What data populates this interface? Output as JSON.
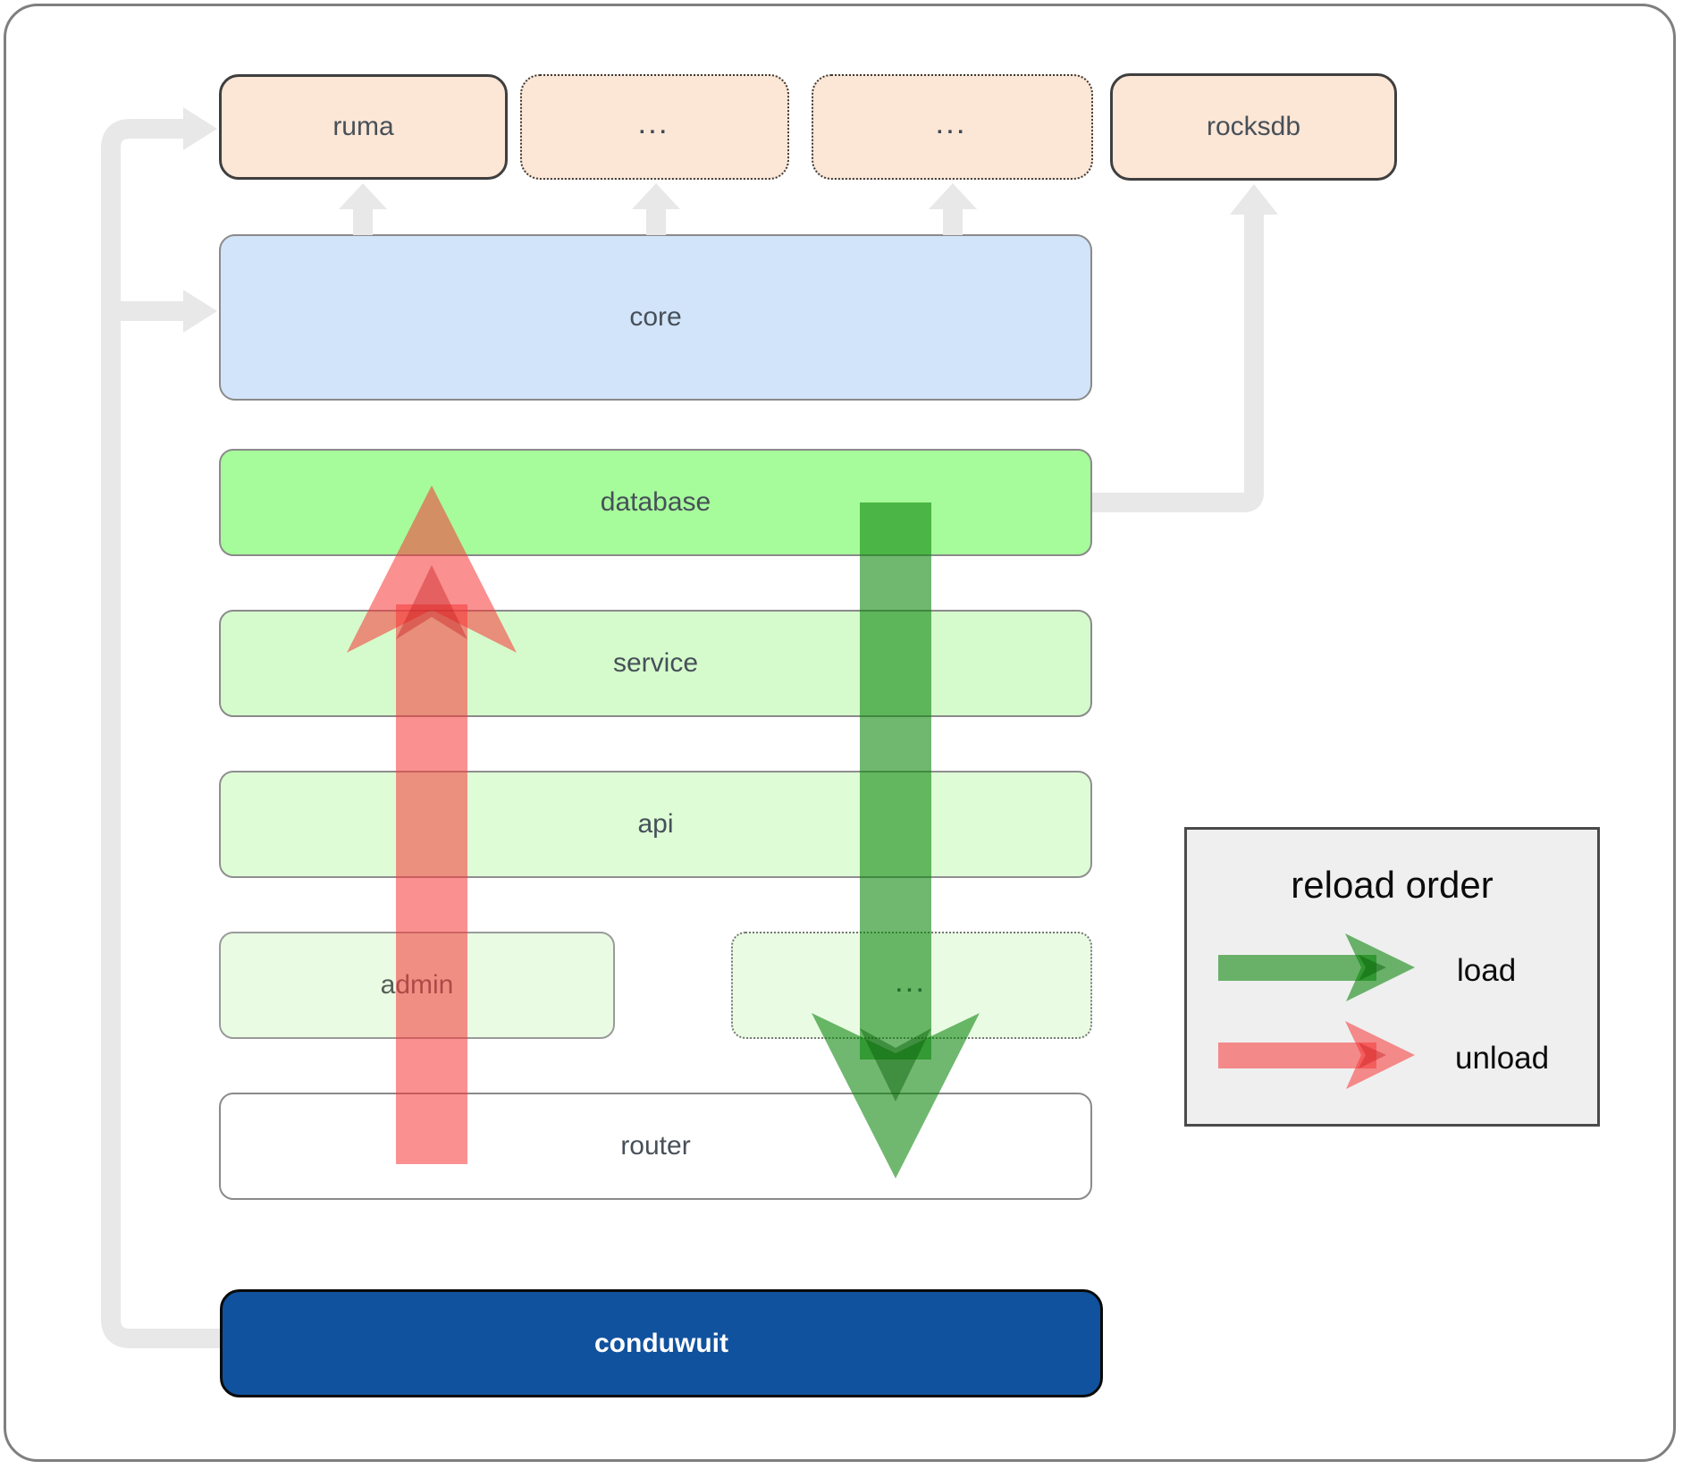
{
  "diagram": {
    "top_row": {
      "ruma": {
        "label": "ruma"
      },
      "ellipsis_1": {
        "label": "..."
      },
      "ellipsis_2": {
        "label": "..."
      },
      "rocksdb": {
        "label": "rocksdb"
      }
    },
    "layers": {
      "core": {
        "label": "core"
      },
      "database": {
        "label": "database"
      },
      "service": {
        "label": "service"
      },
      "api": {
        "label": "api"
      },
      "admin": {
        "label": "admin"
      },
      "admin_ellipsis": {
        "label": "..."
      },
      "router": {
        "label": "router"
      },
      "conduwuit": {
        "label": "conduwuit"
      }
    },
    "legend": {
      "title": "reload order",
      "entries": [
        {
          "label": "load",
          "color": "#3c9a3c"
        },
        {
          "label": "unload",
          "color": "#f25c5c"
        }
      ]
    },
    "colors": {
      "dependency_box_fill": "#fce6d5",
      "core_fill": "#d2e4f9",
      "database_fill": "#a6fb9a",
      "service_fill": "#d5fbcc",
      "api_fill": "#defcd6",
      "admin_fill": "#eafbe4",
      "router_fill": "#ffffff",
      "conduwuit_fill": "#11529e",
      "connector_gray": "#e8e8e8",
      "load_arrow_green": "#098509",
      "unload_arrow_red": "#f63939",
      "legend_bg": "#efefef"
    }
  }
}
